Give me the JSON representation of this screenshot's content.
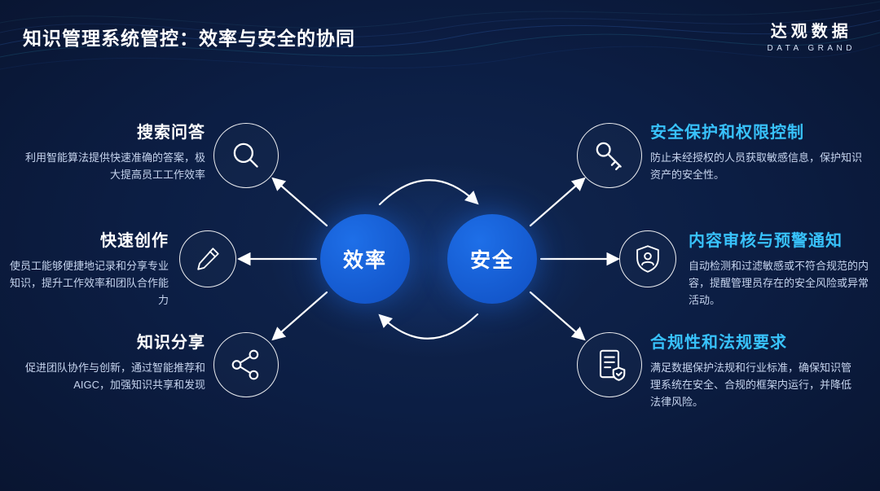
{
  "header": {
    "title": "知识管理系统管控：效率与安全的协同",
    "logo": {
      "name": "达观数据",
      "sub": "DATA GRAND"
    }
  },
  "center": {
    "efficiency_node": "效率",
    "security_node": "安全"
  },
  "left_items": [
    {
      "icon": "search-icon",
      "title": "搜索问答",
      "desc": "利用智能算法提供快速准确的答案，极大提高员工工作效率"
    },
    {
      "icon": "pencil-icon",
      "title": "快速创作",
      "desc": "使员工能够便捷地记录和分享专业知识，提升工作效率和团队合作能力"
    },
    {
      "icon": "share-icon",
      "title": "知识分享",
      "desc": "促进团队协作与创新，通过智能推荐和AIGC，加强知识共享和发现"
    }
  ],
  "right_items": [
    {
      "icon": "key-icon",
      "title": "安全保护和权限控制",
      "desc": "防止未经授权的人员获取敏感信息，保护知识资产的安全性。"
    },
    {
      "icon": "shield-user-icon",
      "title": "内容审核与预警通知",
      "desc": "自动检测和过滤敏感或不符合规范的内容，提醒管理员存在的安全风险或异常活动。"
    },
    {
      "icon": "document-shield-icon",
      "title": "合规性和法规要求",
      "desc": "满足数据保护法规和行业标准，确保知识管理系统在安全、合规的框架内运行，并降低法律风险。"
    }
  ],
  "colors": {
    "accent_blue": "#1e6fe8",
    "accent_blue_dark": "#1254c8",
    "heading_cyan": "#38c2fb",
    "bg_dark": "#091531",
    "bg_mid": "#10264f",
    "text_muted": "#c6d4ee"
  }
}
